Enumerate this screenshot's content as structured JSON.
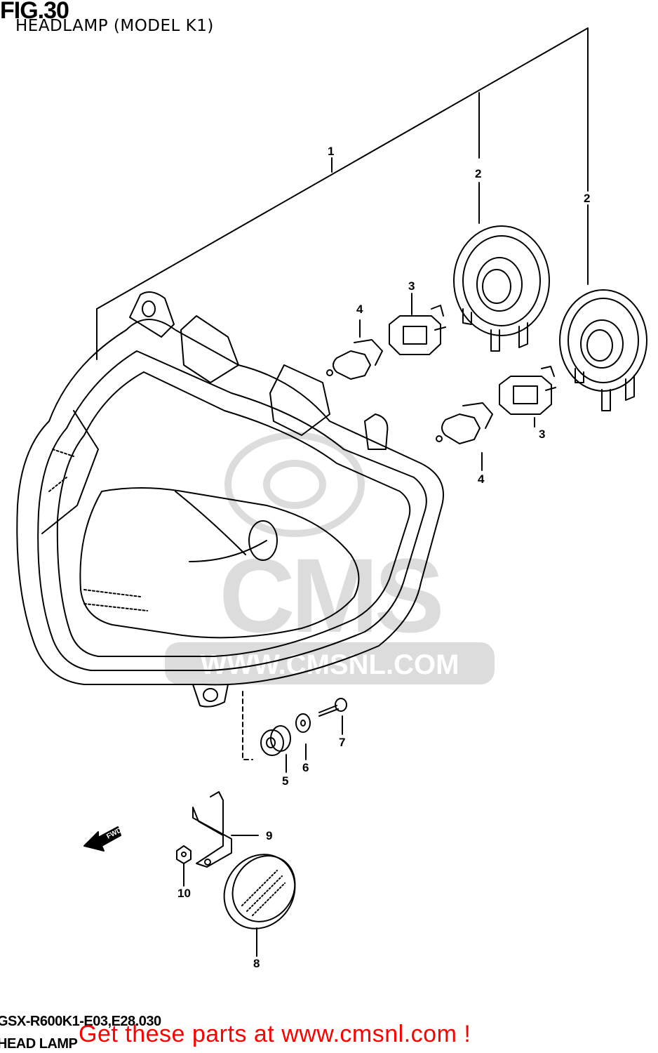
{
  "header": {
    "fig_label": "FIG.30",
    "subtitle": "HEADLAMP (MODEL K1)"
  },
  "callouts": [
    "1",
    "2",
    "2",
    "3",
    "4",
    "3",
    "4",
    "5",
    "6",
    "7",
    "9",
    "10",
    "8"
  ],
  "fwd_label": "FWD",
  "watermark": {
    "brand": "CMS",
    "url": "WWW.CMSNL.COM",
    "color": "#d9d9d9"
  },
  "footer": {
    "code": "GSX-R600K1-E03,E28.030",
    "section": "HEAD LAMP",
    "cta": "Get these parts at www.cmsnl.com !",
    "cta_color": "#ff0000"
  }
}
